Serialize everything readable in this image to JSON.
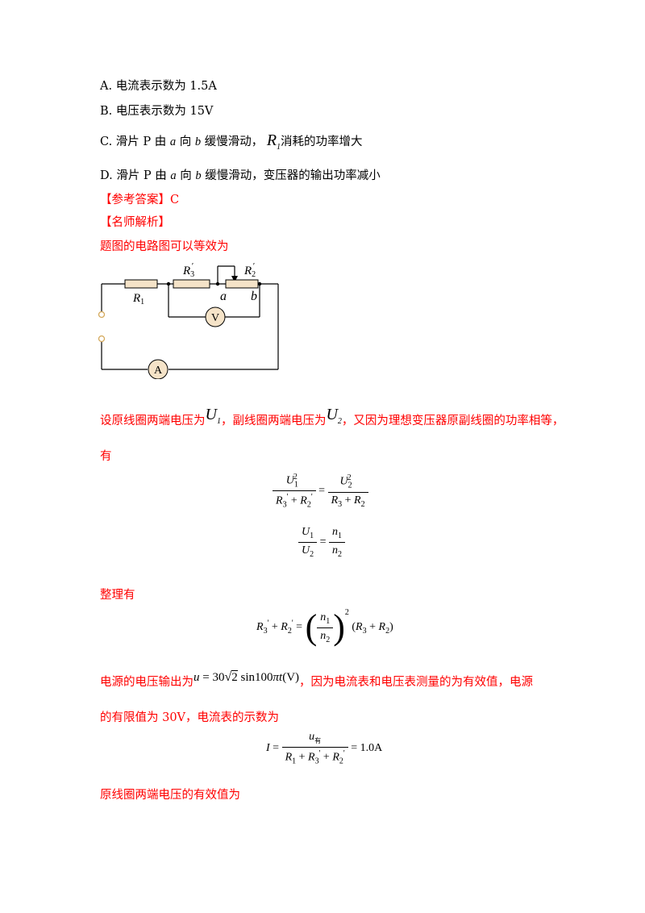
{
  "options": {
    "a": "A.  电流表示数为 1.5A",
    "b": "B.  电压表示数为 15V",
    "c_prefix": "C.  滑片 P 由",
    "c_a": "a",
    "c_mid": "向",
    "c_b": "b",
    "c_suffix1": "缓慢滑动，",
    "c_r": "R",
    "c_r_sub": "1",
    "c_suffix2": "消耗的功率增大",
    "d_prefix": "D.  滑片 P 由",
    "d_a": "a",
    "d_mid": "向",
    "d_b": "b",
    "d_suffix": "缓慢滑动，变压器的输出功率减小"
  },
  "answer": {
    "label": "【参考答案】",
    "value": "C"
  },
  "analysis": {
    "label": "【名师解析】",
    "intro": "题图的电路图可以等效为"
  },
  "circuit": {
    "r1": "R",
    "r1_sub": "1",
    "r3": "R",
    "r3_sub": "3",
    "r3_prime": "′",
    "r2": "R",
    "r2_sub": "2",
    "r2_prime": "′",
    "node_a": "a",
    "node_b": "b",
    "voltmeter": "V",
    "ammeter": "A"
  },
  "text": {
    "p1_a": "设原线圈两端电压为",
    "p1_u1": "U",
    "p1_u1_sub": "1",
    "p1_b": "，副线圈两端电压为",
    "p1_u2": "U",
    "p1_u2_sub": "2",
    "p1_c": "，又因为理想变压器原副线圈的功率相等，",
    "p2": "有",
    "p3": "整理有",
    "p4_a": "电源的电压输出为",
    "p4_b": "，因为电流表和电压表测量的为有效值，电源",
    "p5": "的有限值为 30V，电流表的示数为",
    "p6": "原线圈两端电压的有效值为"
  },
  "equations": {
    "eq1_u": "U",
    "eq1_sub1": "1",
    "eq1_sub2": "2",
    "eq1_sup": "2",
    "eq1_den_l": "R",
    "eq1_den_r": "R",
    "eq1_plus": "+",
    "eq1_eq": "=",
    "eq1_den_r3": "3",
    "eq1_den_r2": "2",
    "eq1_prime": "'",
    "eq2_n": "n",
    "eq3_val": "R",
    "eq4_u": "u",
    "eq4_expr": "= 30",
    "eq4_sqrt": "2",
    "eq4_sin": "sin100",
    "eq4_pi": "π",
    "eq4_t": "t",
    "eq4_unit": "(V)",
    "eq5_i": "I",
    "eq5_num": "u",
    "eq5_num_sub": "有",
    "eq5_result": "= 1.0A"
  }
}
